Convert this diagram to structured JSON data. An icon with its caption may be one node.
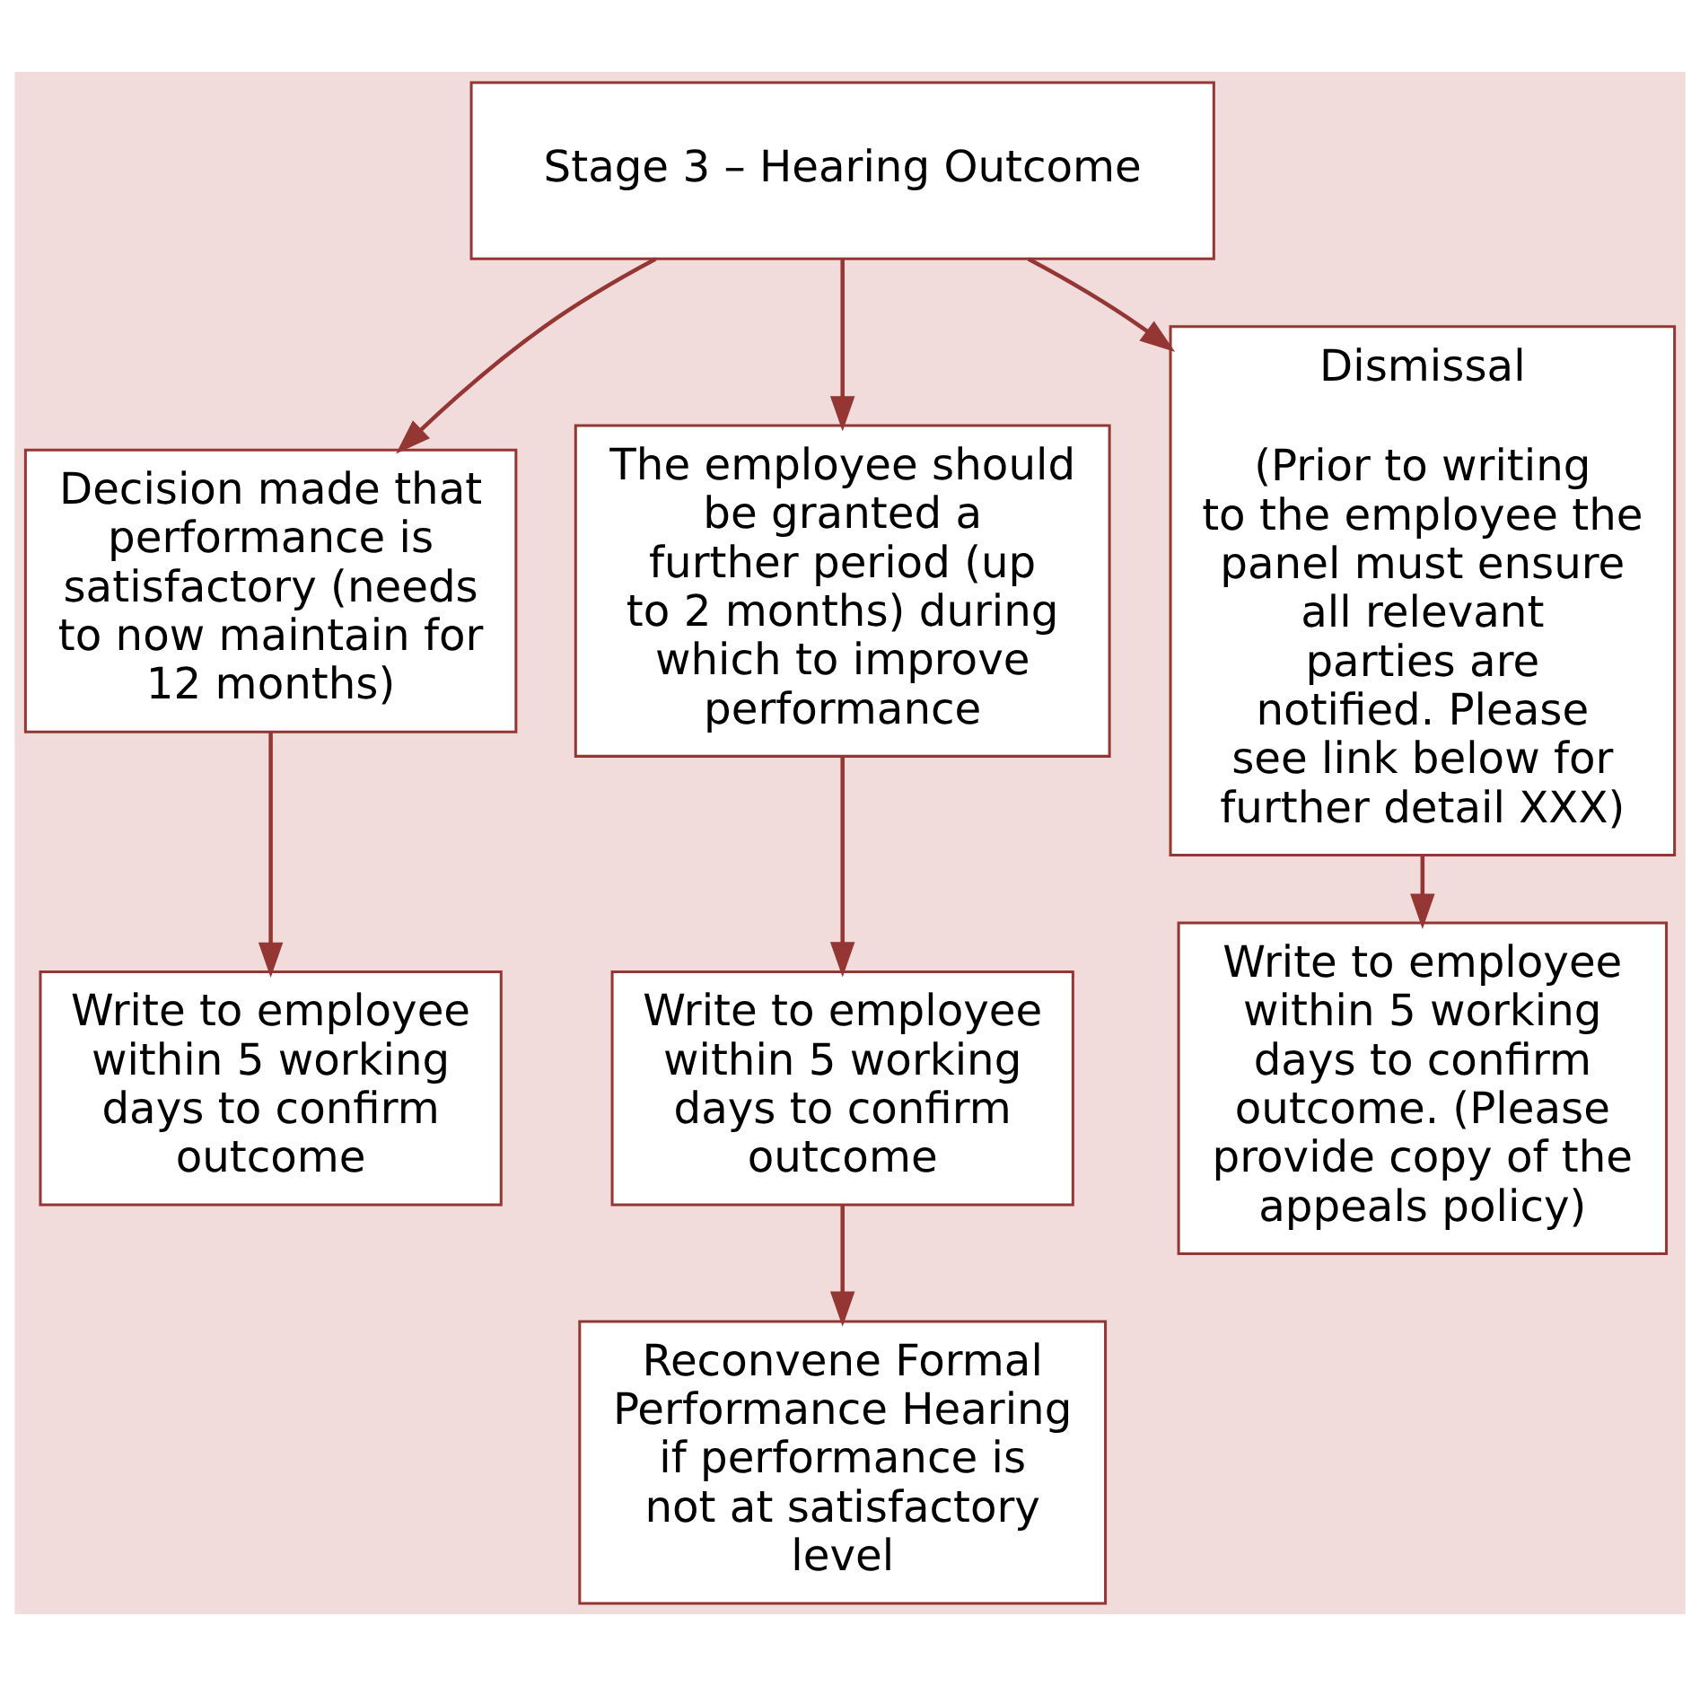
{
  "diagram": {
    "nodes": [
      {
        "text": [
          "Stage 3 – Hearing Outcome"
        ]
      },
      {
        "text": [
          "Decision made that performance is satisfactory (needs to now maintain for 12 months)"
        ]
      },
      {
        "text": [
          "The employee should be granted a further period (up to 2 months) during which to improve performance"
        ]
      },
      {
        "text": [
          "Dismissal",
          "(Prior to writing to the employee the panel must ensure all relevant parties are notified. Please see link below for further detail XXX)"
        ]
      },
      {
        "text": [
          "Write to employee within 5 working days to confirm outcome"
        ]
      },
      {
        "text": [
          "Write to employee within 5 working days to confirm outcome"
        ]
      },
      {
        "text": [
          "Write to employee within 5 working days to confirm outcome. (Please provide copy of the appeals policy)"
        ]
      },
      {
        "text": [
          "Reconvene Formal Performance Hearing if performance is not at satisfactory level"
        ]
      }
    ],
    "edges": [
      {
        "from": 0,
        "to": 1,
        "arrow": "to"
      },
      {
        "from": 0,
        "to": 2,
        "arrow": "to"
      },
      {
        "from": 0,
        "to": 3,
        "arrow": "to"
      },
      {
        "from": 1,
        "to": 4,
        "arrow": "to"
      },
      {
        "from": 2,
        "to": 5,
        "arrow": "to"
      },
      {
        "from": 3,
        "to": 6,
        "arrow": "to"
      },
      {
        "from": 5,
        "to": 7,
        "arrow": "to"
      }
    ]
  }
}
